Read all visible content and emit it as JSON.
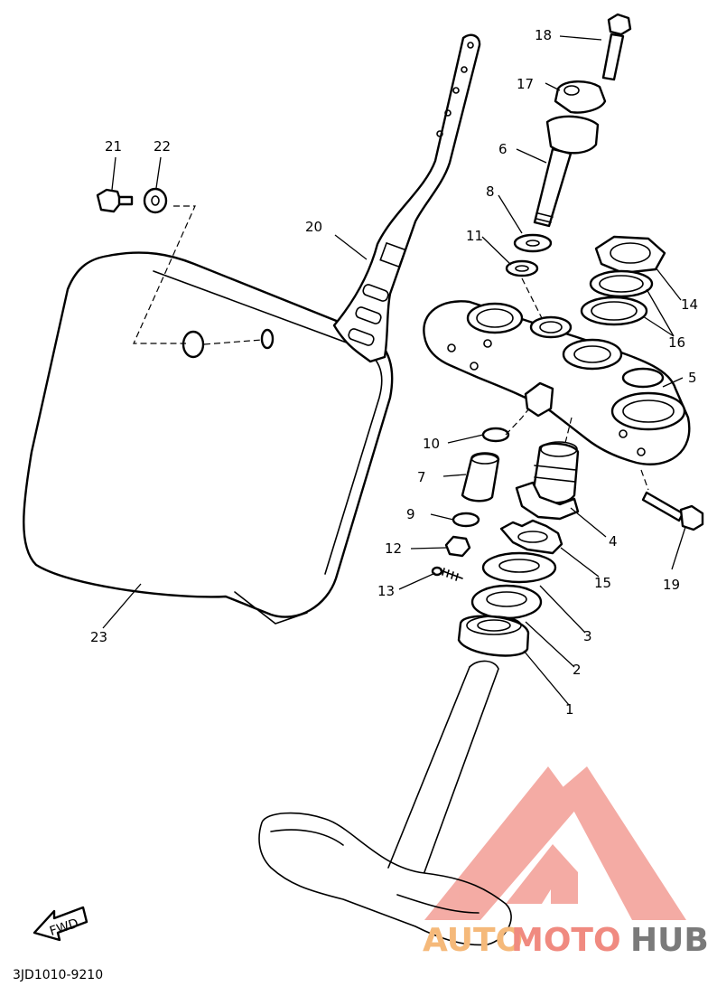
{
  "diagram": {
    "code": "3JD1010-9210",
    "fwd_label": "FWD",
    "callouts": [
      "1",
      "2",
      "3",
      "4",
      "5",
      "6",
      "7",
      "8",
      "9",
      "10",
      "11",
      "12",
      "13",
      "14",
      "15",
      "16",
      "17",
      "18",
      "19",
      "20",
      "21",
      "22",
      "23"
    ]
  },
  "watermark": {
    "text_auto": "AUTO",
    "text_moto": "MOTO",
    "text_hub": "HUB",
    "color_main": "#f08a80",
    "color_accent": "#f5b97a",
    "color_hub": "#7a7a7a"
  }
}
